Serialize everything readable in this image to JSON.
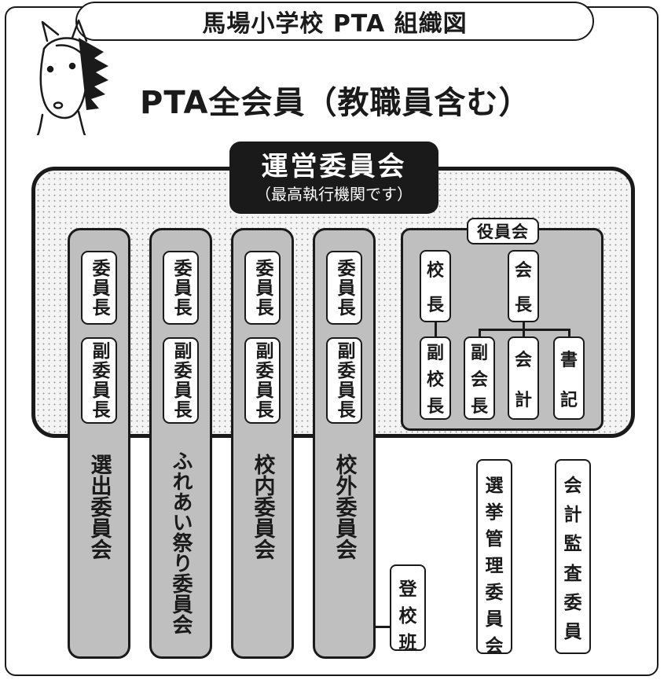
{
  "title": "馬場小学校 PTA 組織図",
  "all_members": "PTA全会員（教職員含む）",
  "management": {
    "title": "運営委員会",
    "subtitle": "（最高執行機関です）"
  },
  "committees": [
    {
      "chair": "委員長",
      "vice": "副委員長",
      "name": "選出委員会"
    },
    {
      "chair": "委員長",
      "vice": "副委員長",
      "name": "ふれあい祭り委員会"
    },
    {
      "chair": "委員長",
      "vice": "副委員長",
      "name": "校内委員会"
    },
    {
      "chair": "委員長",
      "vice": "副委員長",
      "name": "校外委員会"
    }
  ],
  "officers": {
    "label": "役員会",
    "principal": "校長",
    "president": "会長",
    "vice_principal": "副校長",
    "vice_president": "副会長",
    "accountant": "会計",
    "secretary": "書記"
  },
  "school_route_group": "登校班",
  "election_committee": "選挙管理委員会",
  "audit_committee": "会計監査委員",
  "colors": {
    "line": "#1a1a1a",
    "column_fill": "#bfbfbf",
    "region_fill": "#f4f4f4"
  }
}
